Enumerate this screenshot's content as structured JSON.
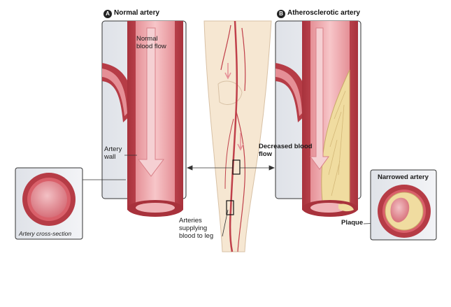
{
  "panel_a": {
    "badge": "A",
    "title": "Normal artery",
    "flow_label": "Normal blood flow",
    "wall_label": "Artery wall"
  },
  "panel_b": {
    "badge": "B",
    "title": "Atherosclerotic artery",
    "flow_label": "Decreased blood flow"
  },
  "leg": {
    "label": "Arteries supplying blood to leg"
  },
  "cross_section_normal": {
    "caption": "Artery cross-section"
  },
  "cross_section_narrowed": {
    "label": "Narrowed artery",
    "plaque_label": "Plaque"
  },
  "colors": {
    "artery_red": "#c0404a",
    "artery_light": "#e89aa0",
    "plaque": "#f0dca0",
    "panel_bg": "#e8eaee",
    "skin": "#f6e7d2"
  }
}
